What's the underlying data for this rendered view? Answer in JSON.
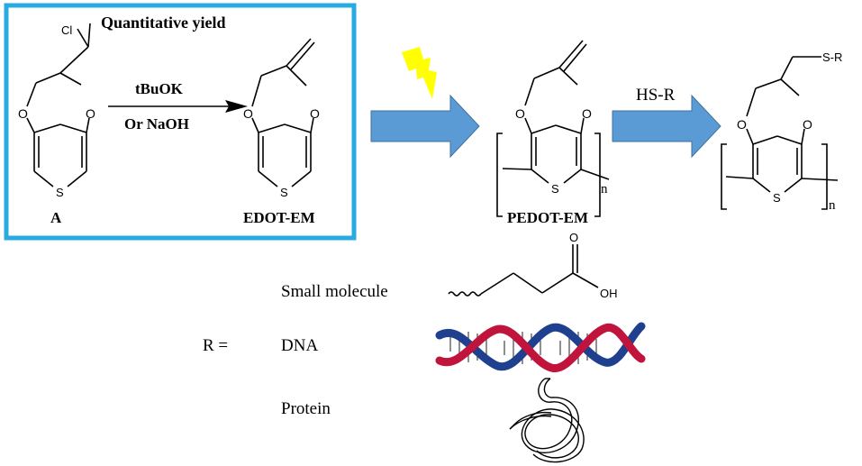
{
  "box_title": "Quantitative yield",
  "compound_a": {
    "label": "A",
    "cl": "Cl",
    "o": "O",
    "s": "S"
  },
  "reagents": {
    "line1": "tBuOK",
    "line2": "Or NaOH"
  },
  "monomer": {
    "label": "EDOT-EM",
    "o": "O",
    "s": "S"
  },
  "polymer": {
    "label": "PEDOT-EM",
    "o": "O",
    "s": "S",
    "n": "n"
  },
  "thiol_reagent": "HS-R",
  "product": {
    "substituent": "S-R",
    "o": "O",
    "s": "S",
    "n": "n"
  },
  "r_label": "R =",
  "r_groups": {
    "small_molecule": "Small molecule",
    "oh": "OH",
    "o": "O",
    "dna": "DNA",
    "protein": "Protein"
  },
  "colors": {
    "frame": "#29abe2",
    "block_arrow": "#5b9bd5",
    "block_arrow_edge": "#41719c",
    "lightning": "#ffff00",
    "dna_red": "#c0143c",
    "dna_blue": "#1f3f8f"
  },
  "icons": {
    "light": "lightning-bolt-icon",
    "dna": "dna-helix-icon",
    "protein": "protein-coil-icon"
  }
}
